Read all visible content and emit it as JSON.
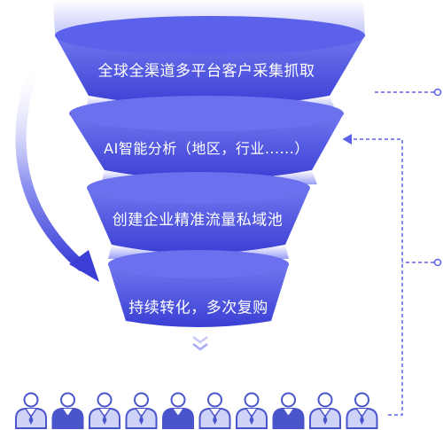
{
  "funnel": {
    "stages": [
      {
        "label": "全球全渠道多平台客户采集抓取"
      },
      {
        "label": "AI智能分析（地区，行业......）"
      },
      {
        "label": "创建企业精准流量私域池"
      },
      {
        "label": "持续转化，多次复购"
      }
    ]
  },
  "colors": {
    "primary": "#3b3fd6",
    "top_face": "#5b61ea",
    "light_face": "#8b90f2",
    "dashed_line": "#5b61ea",
    "person_dark": "#4a55cc",
    "person_light": "#cfd3f7"
  },
  "icons": [
    "curved-arrow-icon",
    "double-chevron-down-icon",
    "person-icon",
    "dashed-connector-arrow-icon"
  ],
  "people_count": 10
}
